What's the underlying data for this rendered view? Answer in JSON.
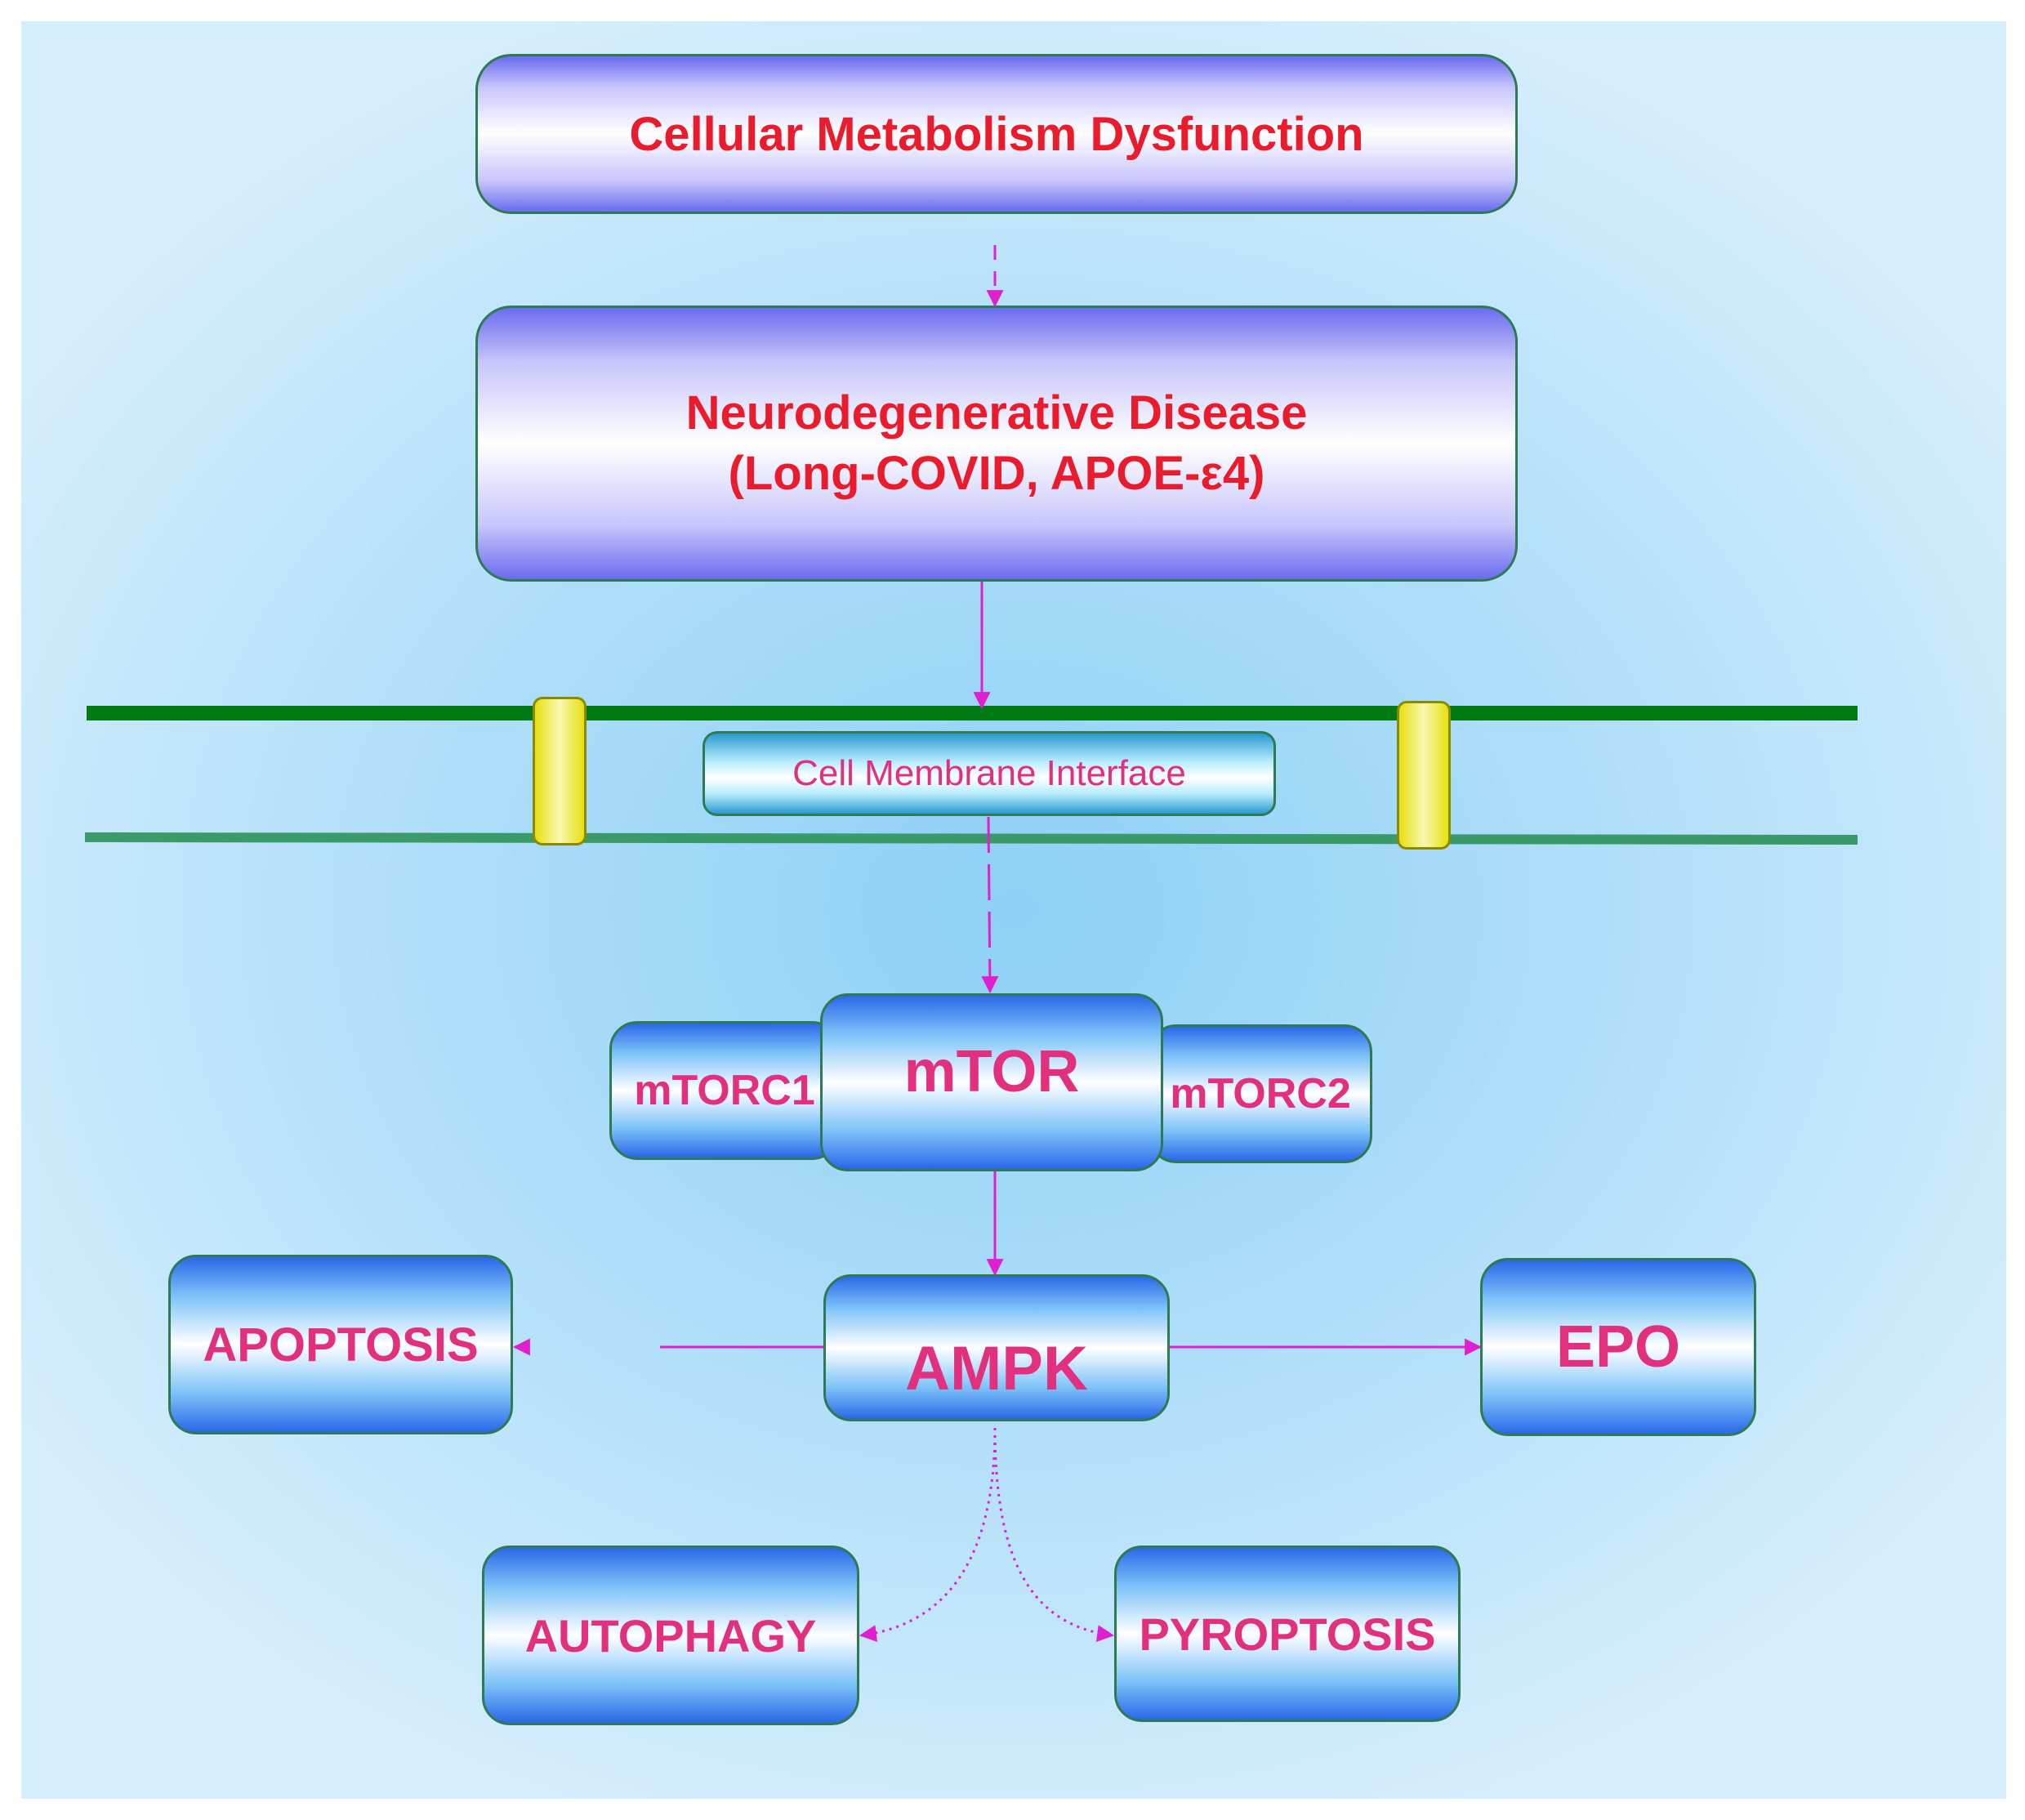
{
  "nodes": {
    "cellular_metabolism": "Cellular Metabolism Dysfunction",
    "neurodegenerative": "Neurodegenerative Disease\n(Long-COVID, APOE-ε4)",
    "membrane": "Cell Membrane Interface",
    "mtorc1": "mTORC1",
    "mtor": "mTOR",
    "mtorc2": "mTORC2",
    "apoptosis": "APOPTOSIS",
    "ampk": "AMPK",
    "epo": "EPO",
    "autophagy": "AUTOPHAGY",
    "pyroptosis": "PYROPTOSIS"
  },
  "edges": [
    {
      "from": "Cellular Metabolism Dysfunction",
      "to": "Neurodegenerative Disease",
      "style": "dashed"
    },
    {
      "from": "Neurodegenerative Disease",
      "to": "Cell Membrane Interface",
      "style": "solid"
    },
    {
      "from": "Cell Membrane Interface",
      "to": "mTOR",
      "style": "dashed"
    },
    {
      "from": "mTOR",
      "to": "AMPK",
      "style": "solid"
    },
    {
      "from": "AMPK",
      "to": "APOPTOSIS",
      "style": "solid-with-gap"
    },
    {
      "from": "AMPK",
      "to": "EPO",
      "style": "solid"
    },
    {
      "from": "AMPK",
      "to": "AUTOPHAGY",
      "style": "dotted"
    },
    {
      "from": "AMPK",
      "to": "PYROPTOSIS",
      "style": "dotted"
    }
  ],
  "colors": {
    "arrow": "#e020d0",
    "membrane_outer": "#007a12",
    "membrane_inner": "#3a9a6a",
    "title_text": "#e81c2c",
    "node_text": "#e0307e"
  }
}
